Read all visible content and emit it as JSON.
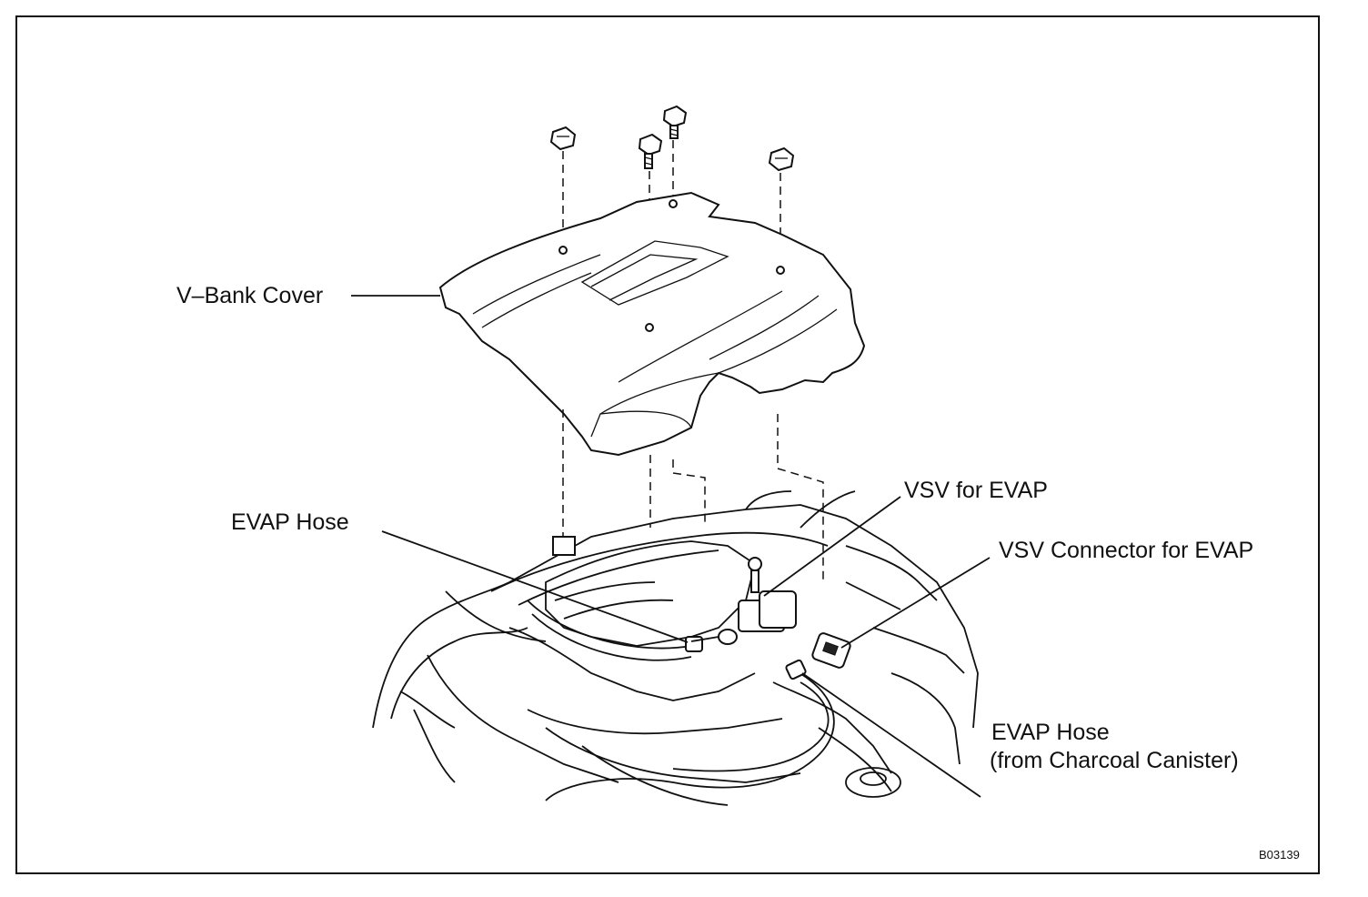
{
  "labels": {
    "vbank_cover": "V–Bank Cover",
    "evap_hose": "EVAP Hose",
    "vsv_for_evap": "VSV for EVAP",
    "vsv_connector": "VSV Connector for EVAP",
    "evap_hose_canister_line1": "EVAP Hose",
    "evap_hose_canister_line2": "(from Charcoal Canister)"
  },
  "reference_code": "B03139",
  "icons": [
    "bolt-icon",
    "nut-icon"
  ]
}
